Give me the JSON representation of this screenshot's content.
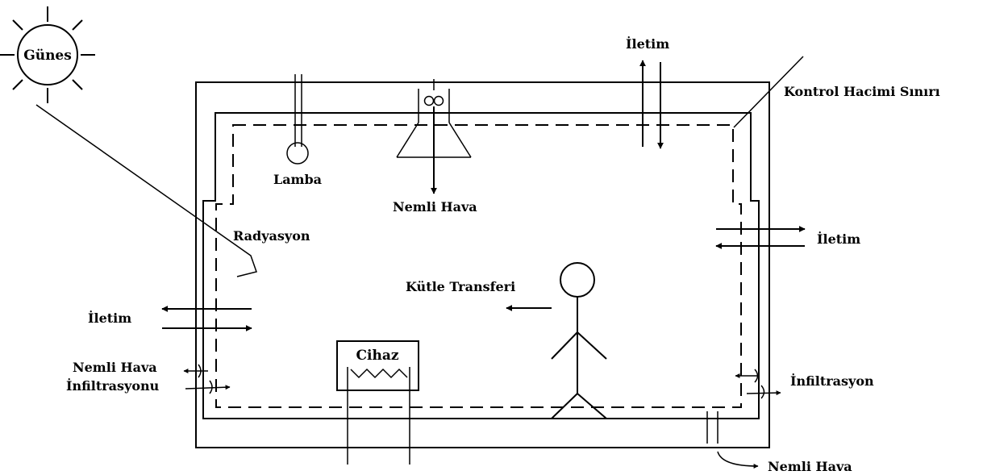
{
  "labels": {
    "sun": "Günes",
    "lamp": "Lamba",
    "moist_air_top": "Nemli Hava",
    "conduction_top": "İletim",
    "control_volume_boundary": "Kontrol Hacimi Sınırı",
    "conduction_right": "İletim",
    "radiation": "Radyasyon",
    "mass_transfer": "Kütle Transferi",
    "conduction_left": "İletim",
    "moist_air_infiltration_line1": "Nemli Hava",
    "moist_air_infiltration_line2": "İnfiltrasyonu",
    "device": "Cihaz",
    "infiltration_right": "İnfiltrasyon",
    "moist_air_bottom": "Nemli Hava"
  }
}
